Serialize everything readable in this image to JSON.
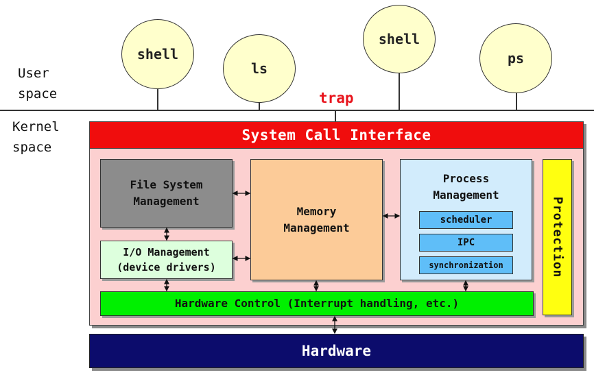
{
  "user_space_label": "User\nspace",
  "kernel_space_label": "Kernel\nspace",
  "processes": [
    "shell",
    "ls",
    "shell",
    "ps"
  ],
  "trap_label": "trap",
  "system_call_interface": "System Call Interface",
  "file_system": "File System\nManagement",
  "io_management": "I/O Management\n(device drivers)",
  "memory_management": "Memory\nManagement",
  "process_management": {
    "title": "Process\nManagement",
    "components": [
      "scheduler",
      "IPC",
      "synchronization"
    ]
  },
  "protection": "Protection",
  "hardware_control": "Hardware Control (Interrupt handling, etc.)",
  "hardware": "Hardware",
  "colors": {
    "process_bubble": "#ffffcc",
    "system_call_interface": "#f00d0d",
    "kernel_background": "#fcd0d0",
    "file_system": "#8c8c8c",
    "io_management": "#ddffdd",
    "memory_management": "#fccb98",
    "process_management": "#d2ecfc",
    "process_components": "#5fbef8",
    "hardware_control": "#00f000",
    "protection": "#ffff10",
    "hardware": "#0c0c6c",
    "trap": "#e8141c"
  }
}
